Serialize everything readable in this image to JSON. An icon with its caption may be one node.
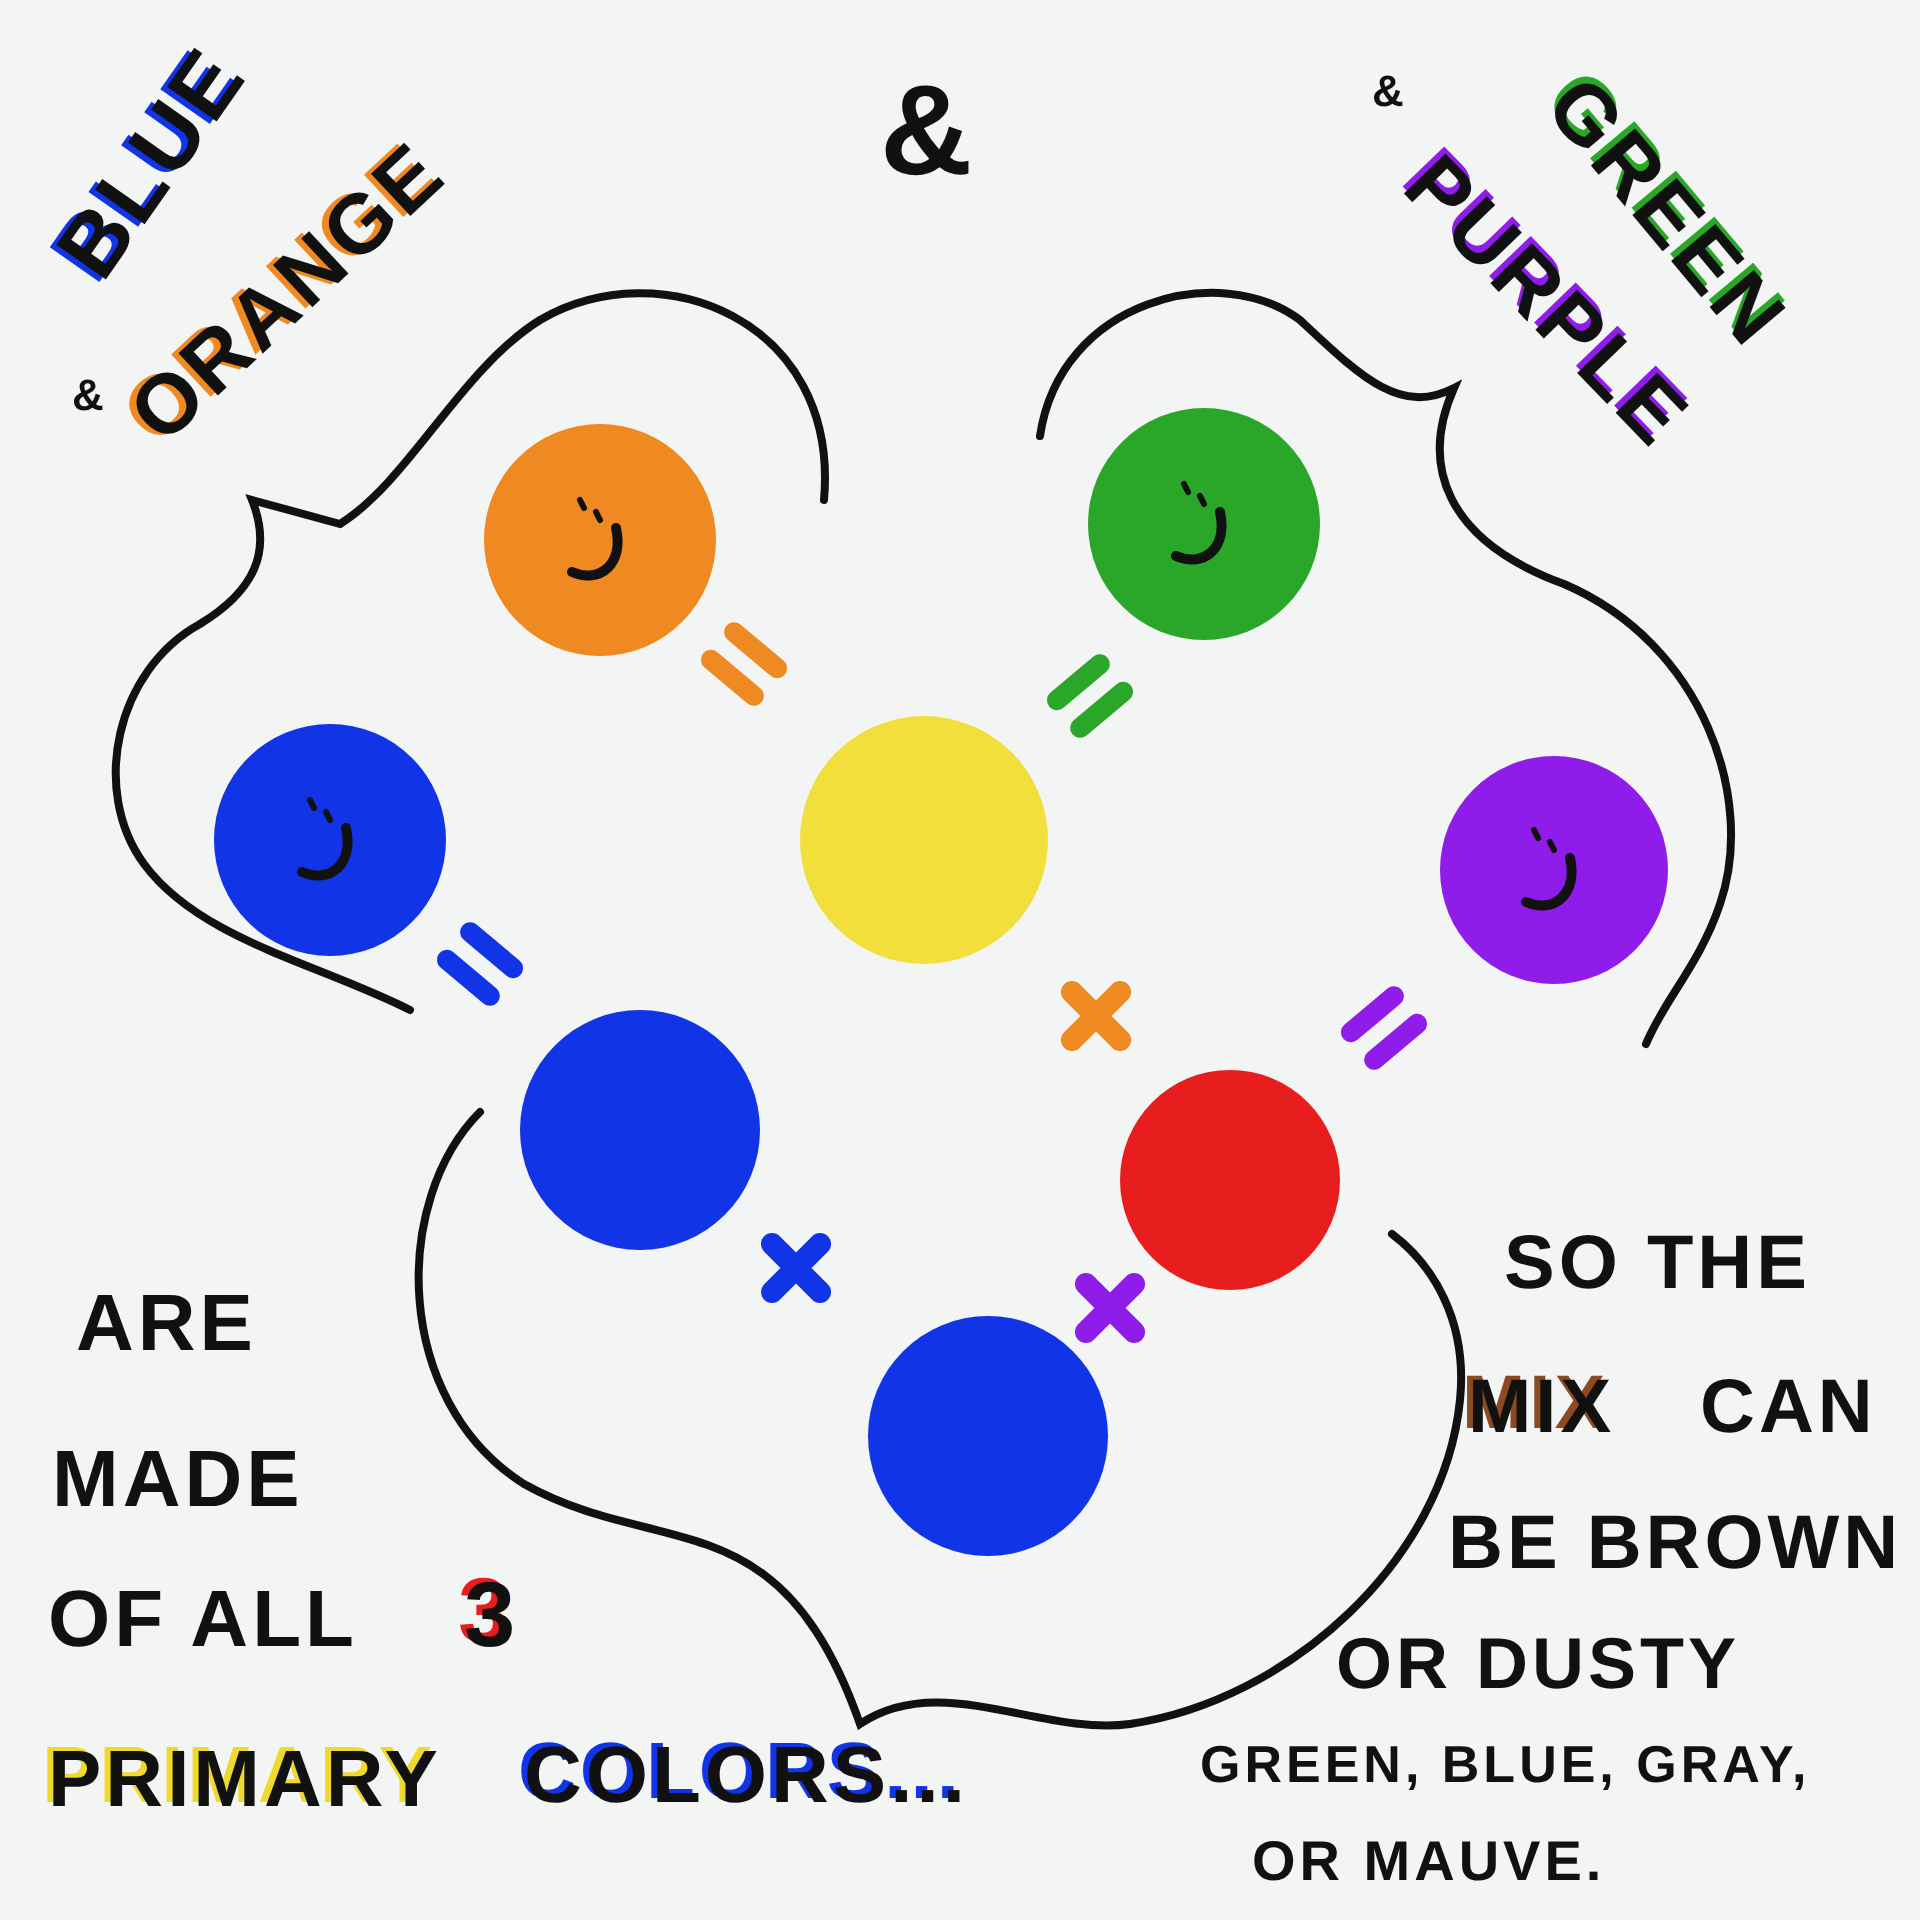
{
  "diagram": {
    "nodes": [
      {
        "text": [],
        "shape": "circle"
      },
      {
        "text": [],
        "shape": "circle"
      },
      {
        "text": [],
        "shape": "circle"
      },
      {
        "text": [],
        "shape": "circle"
      },
      {
        "text": [],
        "shape": "circle"
      },
      {
        "text": [],
        "shape": "circle"
      },
      {
        "text": [],
        "shape": "circle"
      },
      {
        "text": [],
        "shape": "circle"
      }
    ],
    "labels": [
      "BLUE",
      "&",
      "ORANGE",
      "&",
      "GREEN",
      "&",
      "PURPLE",
      "ARE",
      "MADE",
      "OF ALL",
      "3",
      "PRIMARY",
      "COLORS...",
      "SO THE",
      "MIX",
      "CAN",
      "BE BROWN",
      "OR DUSTY",
      "GREEN, BLUE, GRAY,",
      "OR MAUVE."
    ]
  }
}
